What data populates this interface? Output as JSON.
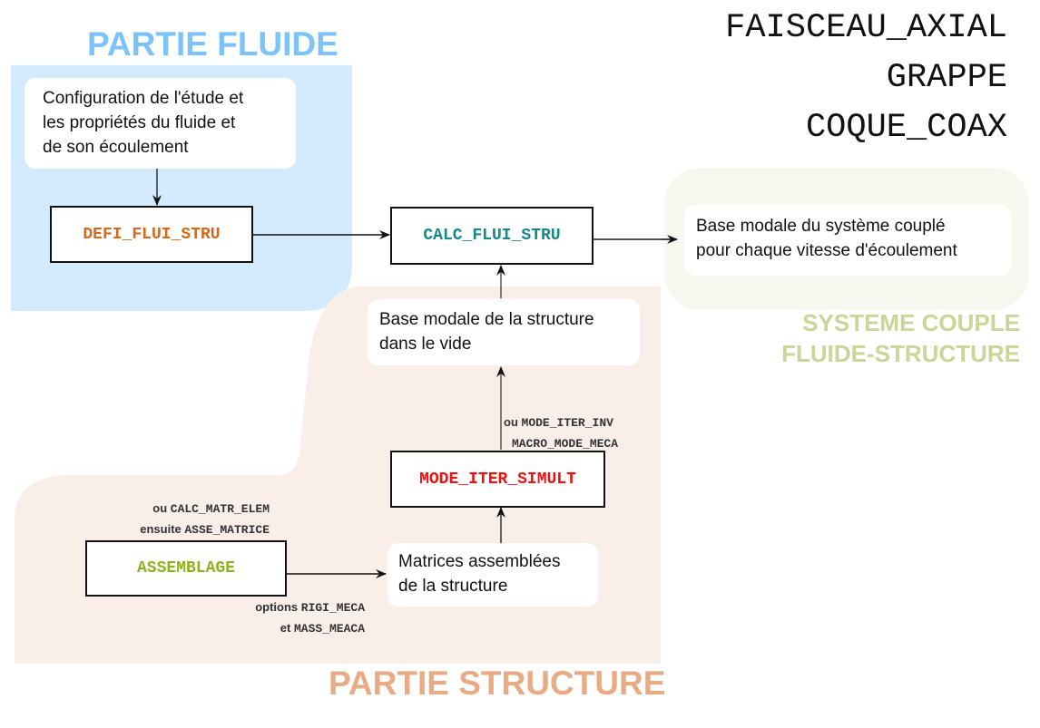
{
  "regions": {
    "fluide": {
      "title": "PARTIE FLUIDE",
      "color": "#d4ebfd",
      "title_color": "#7cc3fb"
    },
    "structure": {
      "title": "PARTIE STRUCTURE",
      "color": "#faeee8",
      "title_color": "#e9ab83"
    },
    "systeme": {
      "title_line1": "SYSTEME COUPLE",
      "title_line2": "FLUIDE-STRUCTURE",
      "color": "#f6f7ee",
      "title_color": "#c8d797"
    }
  },
  "corner_list": [
    "FAISCEAU_AXIAL",
    "GRAPPE",
    "COQUE_COAX"
  ],
  "notes": {
    "config": [
      "Configuration de l'étude et",
      "les propriétés du fluide et",
      "de son écoulement"
    ],
    "base_couple": [
      "Base modale du système couplé",
      "pour chaque vitesse d'écoulement"
    ],
    "base_vide": [
      "Base modale de la structure",
      "dans le vide"
    ],
    "matrices": [
      "Matrices assemblées",
      "de la structure"
    ]
  },
  "commands": {
    "defi": {
      "label": "DEFI_FLUI_STRU",
      "color": "#d2691e"
    },
    "calc": {
      "label": "CALC_FLUI_STRU",
      "color": "#138a85"
    },
    "mode": {
      "label": "MODE_ITER_SIMULT",
      "color": "#ee1111"
    },
    "assemblage": {
      "label": "ASSEMBLAGE",
      "color": "#8db31a"
    }
  },
  "side_labels": {
    "mode_alt": {
      "line1_prefix": "ou",
      "line1_cmd": "MODE_ITER_INV",
      "line2_cmd": "MACRO_MODE_MECA"
    },
    "assemblage_alt": {
      "line1_prefix": "ou",
      "line1_cmd": "CALC_MATR_ELEM",
      "line2_prefix": "ensuite",
      "line2_cmd": "ASSE_MATRICE"
    },
    "assemblage_opts": {
      "line1_prefix": "options",
      "line1_cmd": "RIGI_MECA",
      "line2_prefix": "et",
      "line2_cmd": "MASS_MEACA"
    }
  }
}
